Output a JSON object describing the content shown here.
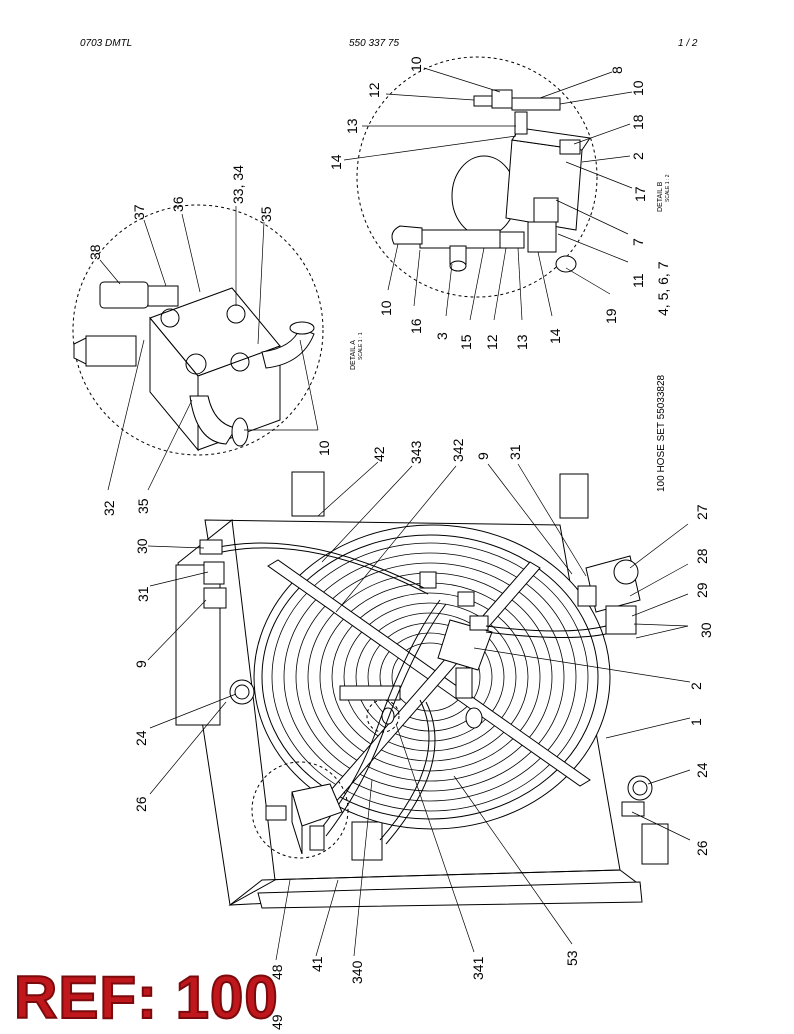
{
  "header": {
    "left": "0703 DMTL",
    "center": "550 337 75",
    "right": "1 /  2"
  },
  "hose_set": "100  HOSE SET  55033828",
  "detail_a": {
    "title": "DETAIL A",
    "scale": "SCALE 1 : 1"
  },
  "detail_b": {
    "title": "DETAIL B",
    "scale": "SCALE 1 : 2"
  },
  "callouts": {
    "c10a": "10",
    "c12a": "12",
    "c8": "8",
    "c10b": "10",
    "c13a": "13",
    "c18": "18",
    "c14a": "14",
    "c2a": "2",
    "c17": "17",
    "c38": "38",
    "c37": "37",
    "c36": "36",
    "c3334": "33, 34",
    "c35a": "35",
    "c7": "7",
    "c11": "11",
    "c4567": "4, 5, 6, 7",
    "c10c": "10",
    "c16": "16",
    "c3": "3",
    "c15": "15",
    "c12b": "12",
    "c13b": "13",
    "c14b": "14",
    "c19": "19",
    "c32": "32",
    "c35b": "35",
    "c10d": "10",
    "c42": "42",
    "c343": "343",
    "c342": "342",
    "c9a": "9",
    "c31a": "31",
    "c27": "27",
    "c30a": "30",
    "c31b": "31",
    "c28": "28",
    "c29": "29",
    "c30b": "30",
    "c9b": "9",
    "c2b": "2",
    "c24a": "24",
    "c1": "1",
    "c26a": "26",
    "c24b": "24",
    "c26b": "26",
    "c48": "48",
    "c41": "41",
    "c340": "340",
    "c341": "341",
    "c53": "53",
    "c49": "49"
  },
  "ref_label": "REF: 100"
}
